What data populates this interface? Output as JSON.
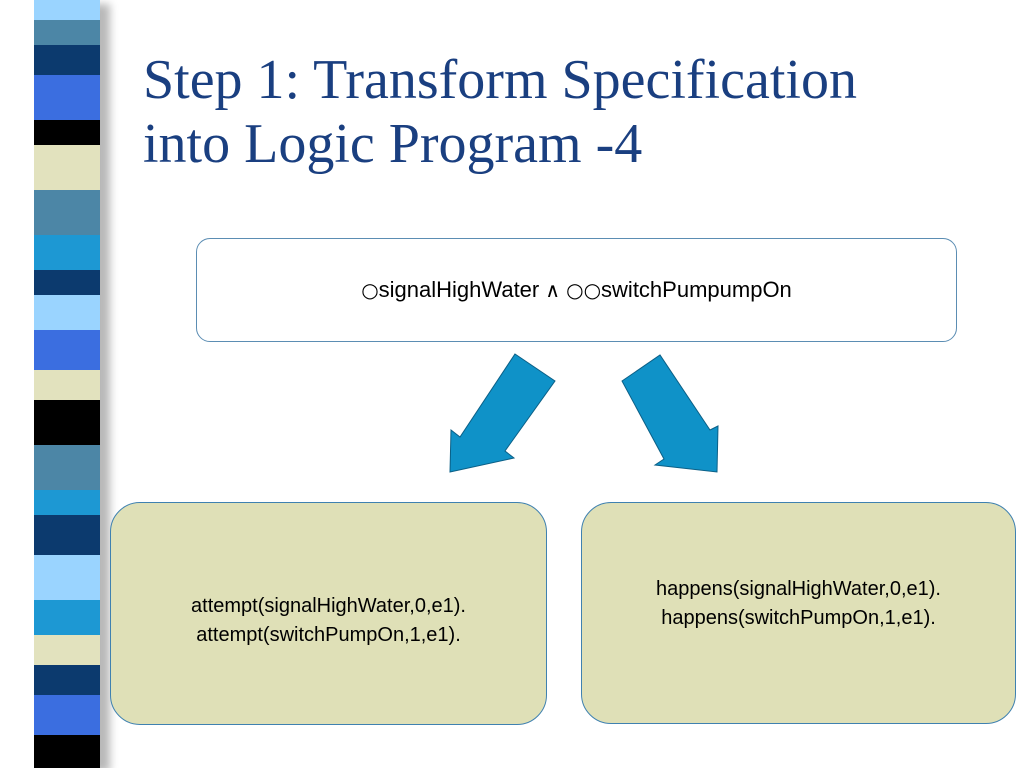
{
  "slide": {
    "title_line1": "Step 1: Transform Specification",
    "title_line2": "into Logic Program -4"
  },
  "spec": {
    "next_symbol": "○",
    "formula_left": "signalHighWater",
    "and_symbol": "∧",
    "formula_right": "switchPumpumpOn"
  },
  "left_box": {
    "line1": "attempt(signalHighWater,0,e1).",
    "line2": "attempt(switchPumpOn,1,e1)."
  },
  "right_box": {
    "line1": "happens(signalHighWater,0,e1).",
    "line2": "happens(switchPumpOn,1,e1)."
  },
  "colors": {
    "title": "#1a3f80",
    "arrow_fill": "#0f92c8",
    "result_fill": "#dfe0b7",
    "stripes": [
      "#1d5c7c",
      "#4c86a6",
      "#0c3a6e",
      "#3b6ee0",
      "#000000",
      "#e2e2be",
      "#1d98d3",
      "#9ad4ff"
    ]
  }
}
